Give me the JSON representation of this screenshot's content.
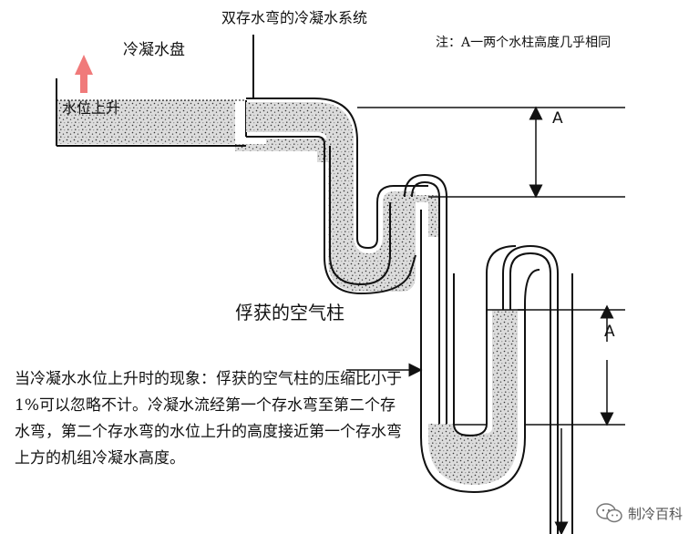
{
  "title": "双存水弯的冷凝水系统",
  "note": "注：A一两个水柱高度几乎相同",
  "labels": {
    "tray": "冷凝水盘",
    "water_rise": "水位上升",
    "trapped_air": "俘获的空气柱",
    "height_a_upper": "A",
    "height_a_lower": "A"
  },
  "explanation": "当冷凝水水位上升时的现象：俘获的空气柱的压缩比小于1%可以忽略不计。冷凝水流经第一个存水弯至第二个存水弯，第二个存水弯的水位上升的高度接近第一个存水弯上方的机组冷凝水高度。",
  "watermark": "制冷百科",
  "colors": {
    "water_fill": "#d9d9d9",
    "line": "#111111",
    "rise_arrow": "#f07a7a",
    "background": "#ffffff"
  },
  "icons": {
    "rise_arrow": "up-arrow-icon",
    "watermark_logo": "wechat-icon"
  }
}
